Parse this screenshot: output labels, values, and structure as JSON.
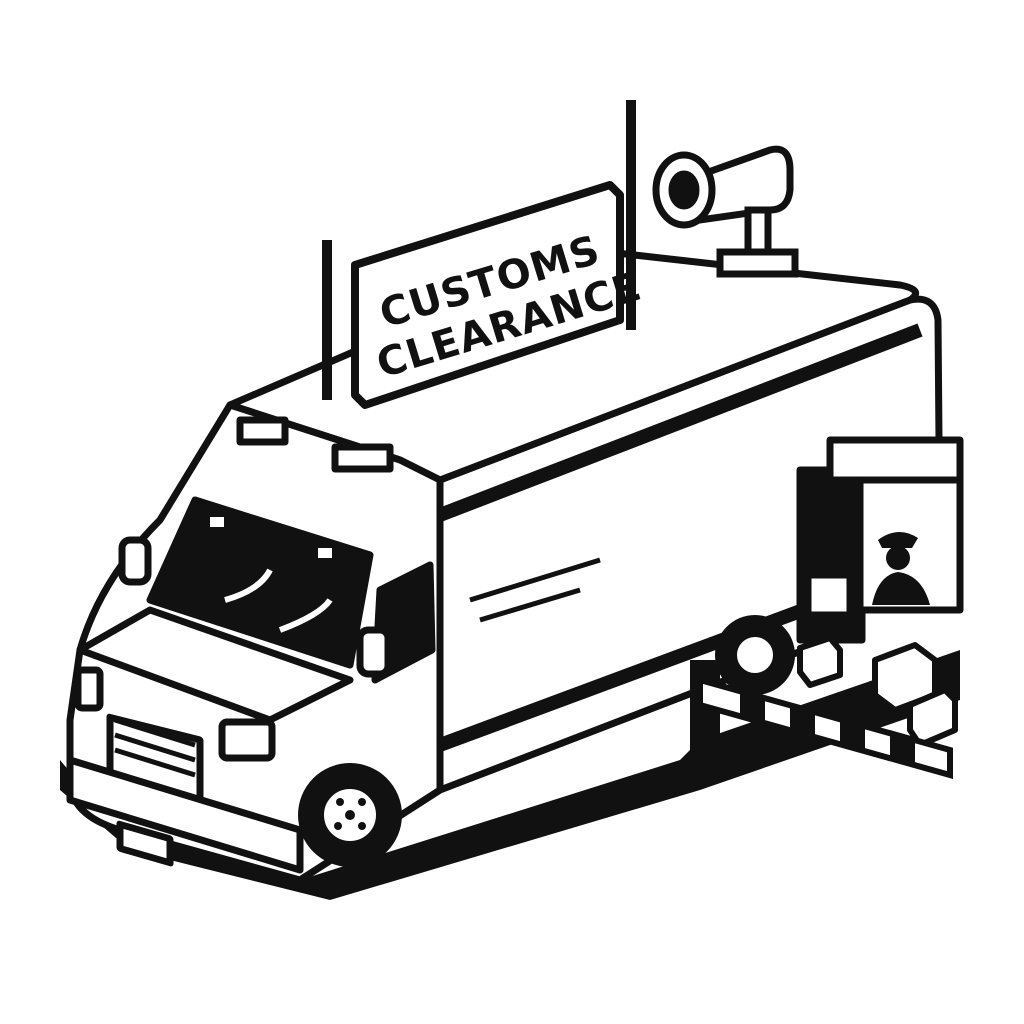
{
  "scene": {
    "sign": {
      "line1": "CUSTOMS",
      "line2": "CLEARANCE"
    },
    "colors": {
      "ink": "#111111",
      "paper": "#ffffff",
      "shadow": "#111111"
    },
    "objects": [
      "van",
      "roof-sign",
      "antenna",
      "loudspeaker-icon",
      "inspection-booth",
      "customs-officer",
      "cargo-boxes",
      "barrier-gate"
    ]
  }
}
